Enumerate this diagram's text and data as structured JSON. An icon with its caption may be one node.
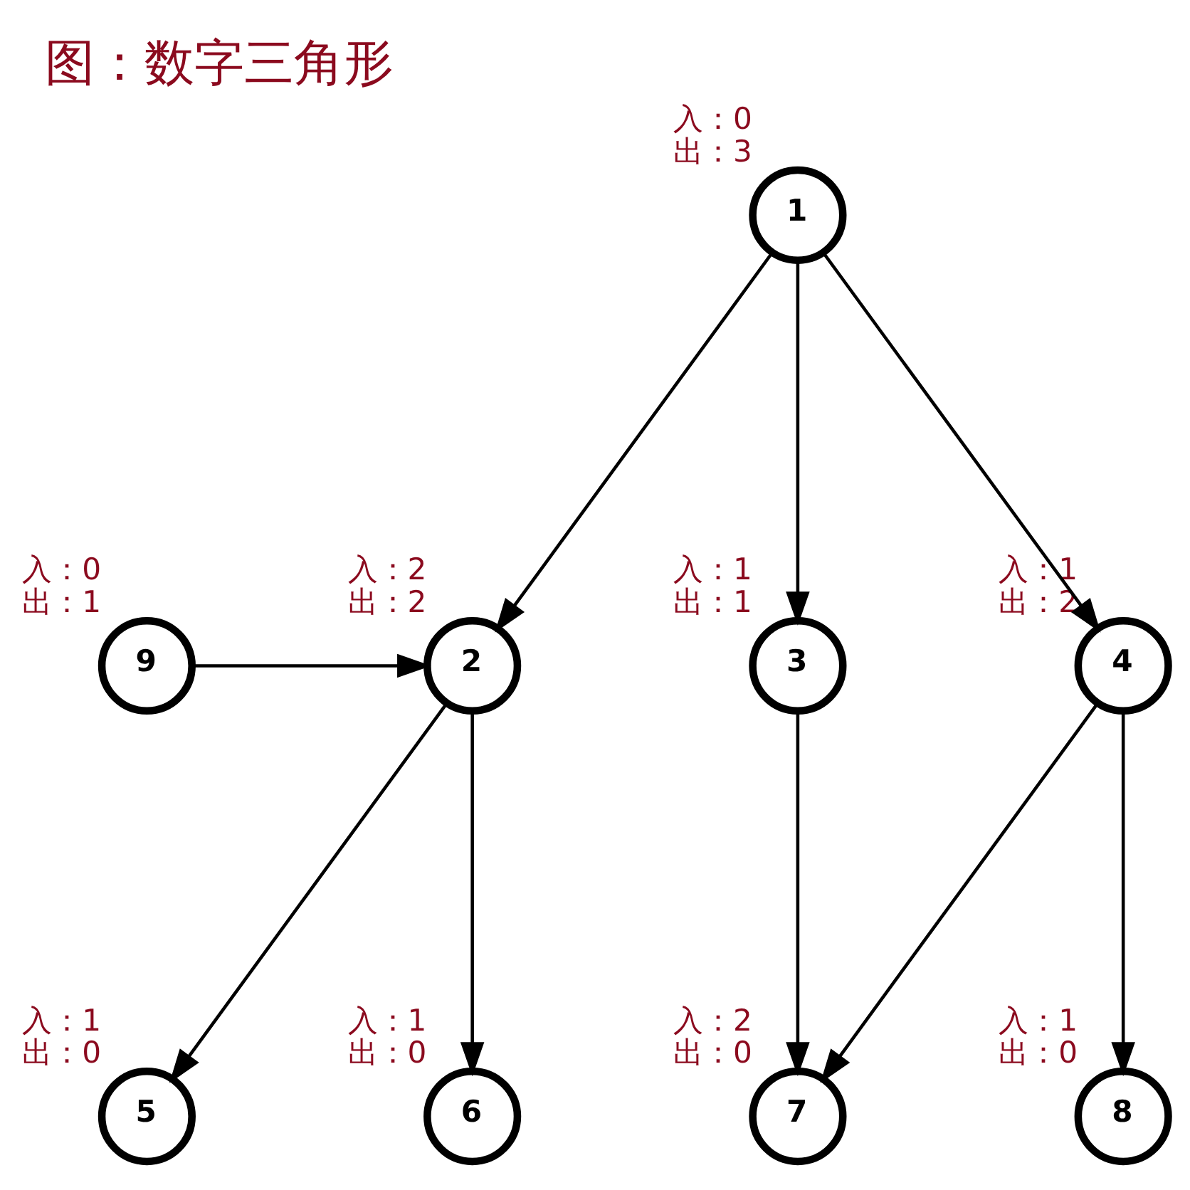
{
  "diagram": {
    "title": "图：数字三角形",
    "nodes": [
      {
        "text": [
          "1"
        ],
        "beside": [
          "入：0",
          "出：3"
        ]
      },
      {
        "text": [
          "9"
        ],
        "beside": [
          "入：0",
          "出：1"
        ]
      },
      {
        "text": [
          "2"
        ],
        "beside": [
          "入：2",
          "出：2"
        ]
      },
      {
        "text": [
          "3"
        ],
        "beside": [
          "入：1",
          "出：1"
        ]
      },
      {
        "text": [
          "4"
        ],
        "beside": [
          "入：1",
          "出：2"
        ]
      },
      {
        "text": [
          "5"
        ],
        "beside": [
          "入：1",
          "出：0"
        ]
      },
      {
        "text": [
          "6"
        ],
        "beside": [
          "入：1",
          "出：0"
        ]
      },
      {
        "text": [
          "7"
        ],
        "beside": [
          "入：2",
          "出：0"
        ]
      },
      {
        "text": [
          "8"
        ],
        "beside": [
          "入：1",
          "出：0"
        ]
      }
    ],
    "edges": [
      {
        "from": 0,
        "to": 2,
        "arrow": "to"
      },
      {
        "from": 0,
        "to": 3,
        "arrow": "to"
      },
      {
        "from": 0,
        "to": 4,
        "arrow": "to"
      },
      {
        "from": 1,
        "to": 2,
        "arrow": "to"
      },
      {
        "from": 2,
        "to": 5,
        "arrow": "to"
      },
      {
        "from": 2,
        "to": 6,
        "arrow": "to"
      },
      {
        "from": 3,
        "to": 7,
        "arrow": "to"
      },
      {
        "from": 4,
        "to": 7,
        "arrow": "to"
      },
      {
        "from": 4,
        "to": 8,
        "arrow": "to"
      }
    ]
  }
}
